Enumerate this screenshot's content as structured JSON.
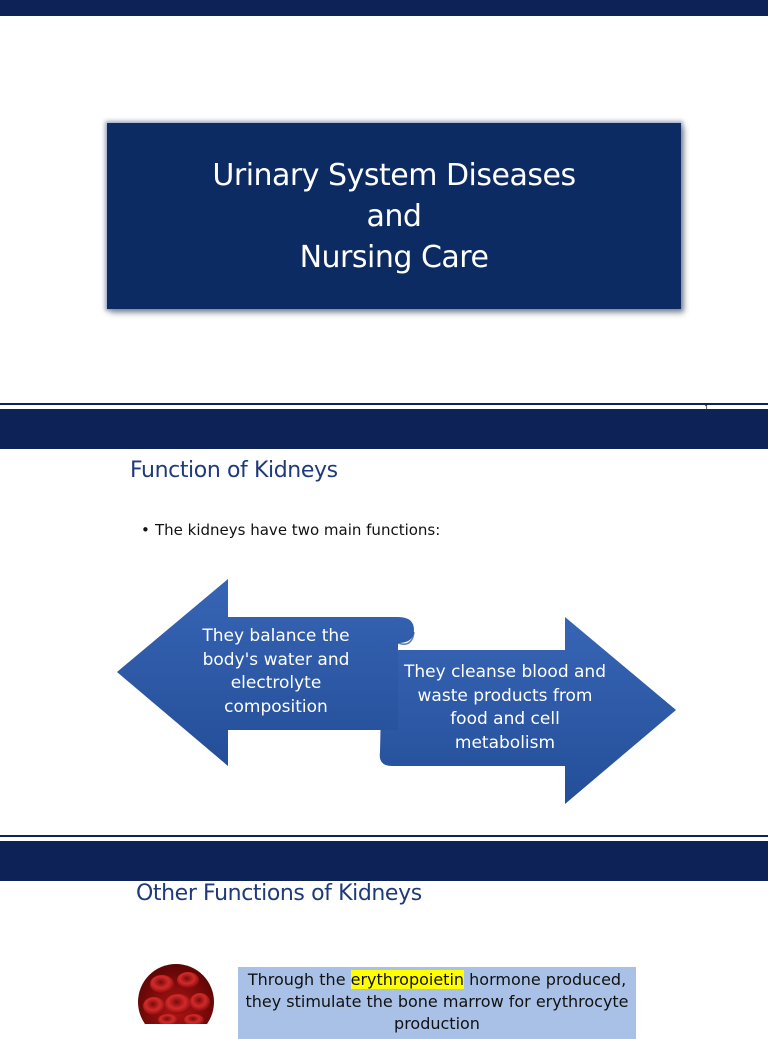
{
  "slide1": {
    "title_lines": [
      "Urinary System Diseases",
      "and",
      "Nursing Care"
    ],
    "page_number": "1"
  },
  "slide2": {
    "heading": "Function of Kidneys",
    "bullet": "The kidneys have two main functions:",
    "left_arrow_lines": [
      "They balance the",
      "body's water and",
      "electrolyte",
      "composition"
    ],
    "right_arrow_lines": [
      "They cleanse blood and",
      "waste products from",
      "food and cell",
      "metabolism"
    ]
  },
  "slide3": {
    "heading": "Other Functions of Kidneys",
    "box_before": "Through the ",
    "box_highlight": "erythropoietin",
    "box_after": " hormone produced,",
    "box_line2": "they stimulate the bone marrow for erythrocyte",
    "box_line3": "production"
  },
  "colors": {
    "bar": "#0d2357",
    "title_box": "#0d2b63",
    "heading": "#1f3a7a",
    "arrow": "#2e5aa8",
    "info_box": "#a9c1e6",
    "highlight": "#ffff00"
  }
}
